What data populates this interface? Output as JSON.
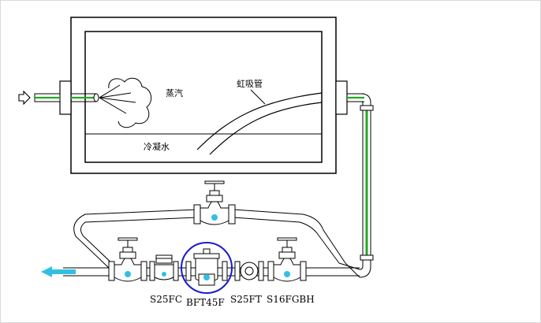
{
  "labels": {
    "steam": "蒸汽",
    "siphon": "虹吸管",
    "condensate": "冷凝水",
    "valve_s25fc": "S25FC",
    "valve_bft45f": "BFT45F",
    "valve_s25ft": "S25FT",
    "valve_s16fgbh": "S16FGBH"
  },
  "colors": {
    "outline": "#000000",
    "green_pipe": "#22aa22",
    "cyan_arrow": "#33c0e0",
    "trap_highlight": "#1a1acc",
    "valve_accent": "#33c0e0"
  },
  "icons": {
    "inlet": "outline-right-arrow-icon",
    "outlet": "cyan-left-arrow-icon"
  }
}
